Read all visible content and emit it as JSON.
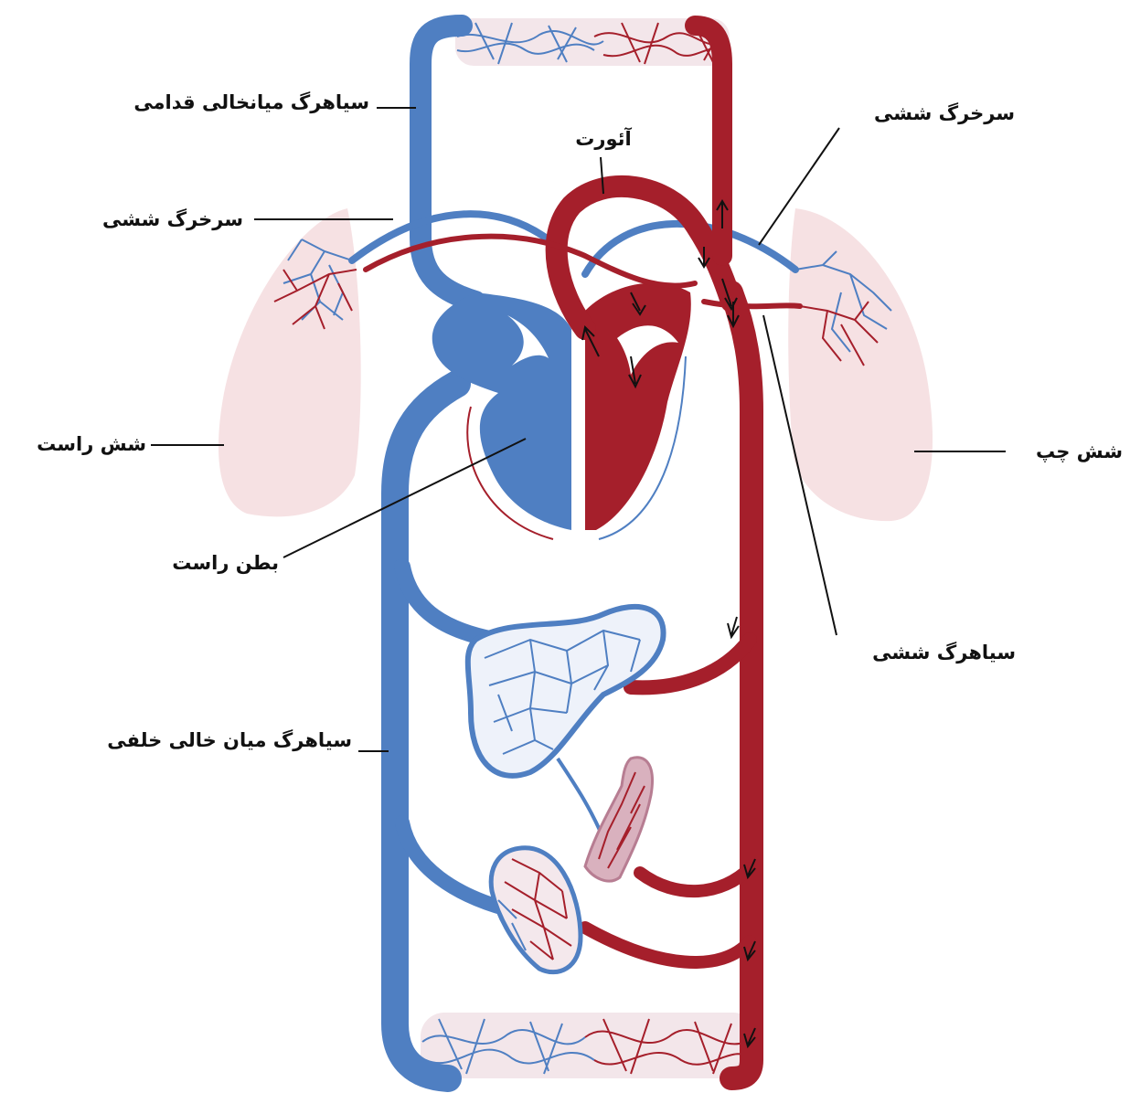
{
  "colors": {
    "vein": "#4f7fc2",
    "vein_light": "#7fa6d8",
    "artery": "#a51f2b",
    "artery_light": "#c8434b",
    "lung": "#f6e1e3",
    "background": "#ffffff",
    "leader": "#111111"
  },
  "labels": {
    "anterior_vena_cava": "سیاهرگ میانخالی قدامی",
    "pulmonary_artery_left_side": "سرخرگ ششی",
    "pulmonary_artery_right_side": "سرخرگ ششی",
    "aorta": "آئورت",
    "right_lung": "شش راست",
    "left_lung": "شش چپ",
    "right_ventricle": "بطن راست",
    "pulmonary_vein": "سیاهرگ ششی",
    "posterior_vena_cava": "سیاهرگ میان خالی خلفی"
  }
}
